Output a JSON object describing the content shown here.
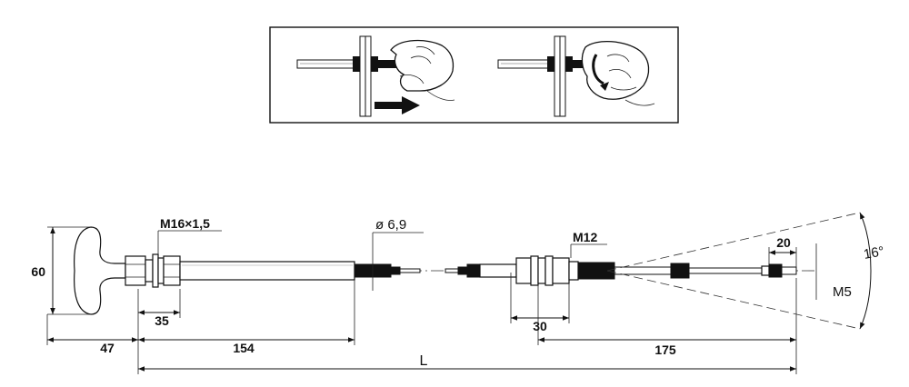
{
  "dimensions": {
    "thread_main": "M16×1,5",
    "diameter": "ø 6,9",
    "thread_end": "M12",
    "height": "60",
    "handle_offset": "47",
    "nut_width": "35",
    "tube_length": "154",
    "fitting_width": "30",
    "end_length": "175",
    "tip_length": "20",
    "angle": "16°",
    "tip_thread": "M5",
    "total": "L"
  }
}
